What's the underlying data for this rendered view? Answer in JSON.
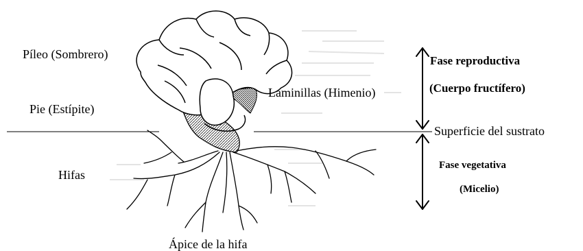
{
  "labels": {
    "pileo": "Píleo (Sombrero)",
    "pie": "Pie (Estípite)",
    "hifas": "Hifas",
    "laminillas": "Laminillas (Himenio)",
    "apice": "Ápice de la hifa",
    "superficie": "Superficie del sustrato"
  },
  "phases": {
    "reproductiva": {
      "title": "Fase reproductiva",
      "subtitle": "(Cuerpo fructífero)"
    },
    "vegetativa": {
      "title": "Fase vegetativa",
      "subtitle": "(Micelio)"
    }
  },
  "colors": {
    "ink": "#000000",
    "background": "#ffffff",
    "faint_text": "#dedede"
  }
}
